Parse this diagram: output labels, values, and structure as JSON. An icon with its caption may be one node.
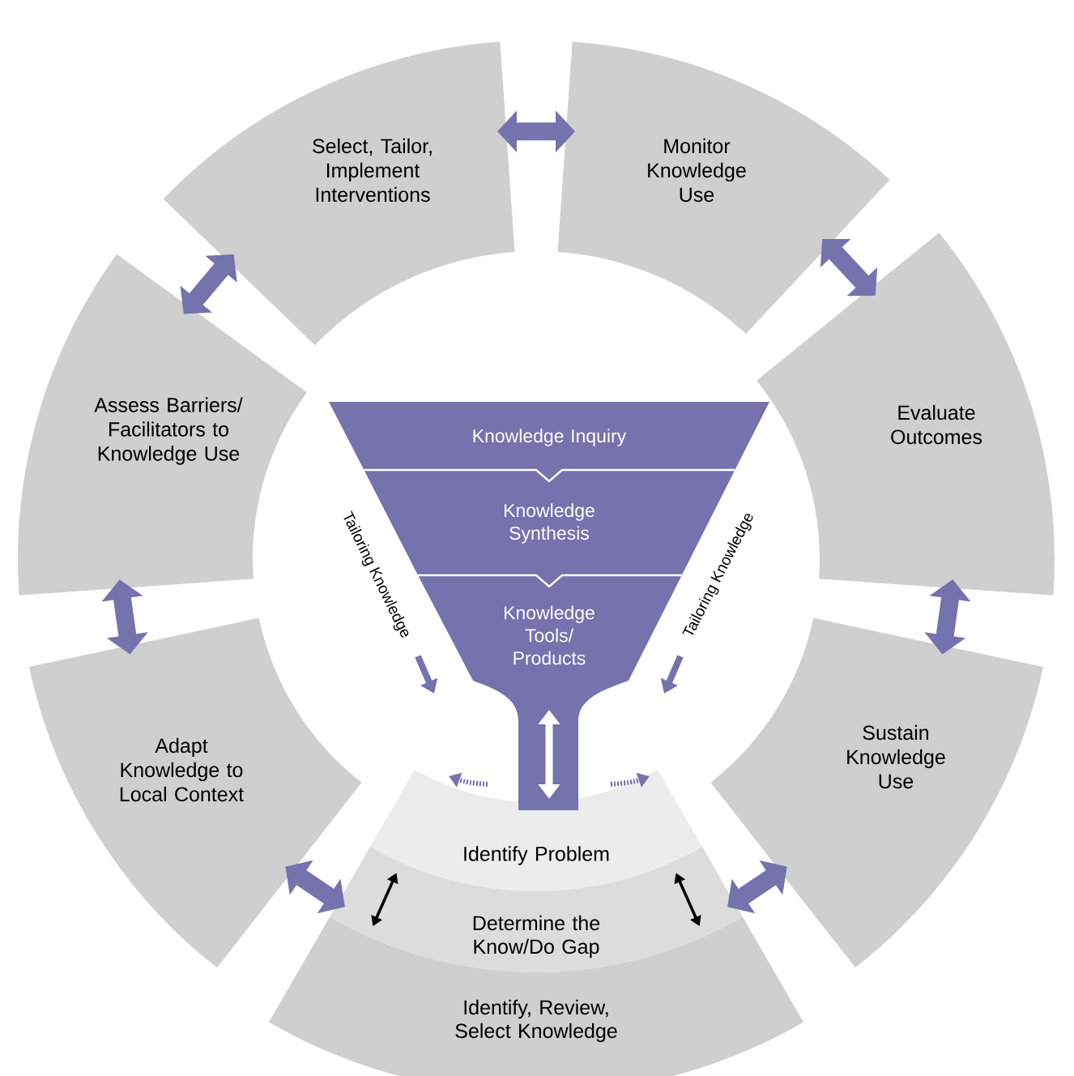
{
  "diagram": {
    "nodes": [
      {
        "text": [
          "Select, Tailor, Implement Interventions"
        ]
      },
      {
        "text": [
          "Monitor Knowledge Use"
        ]
      },
      {
        "text": [
          "Evaluate Outcomes"
        ]
      },
      {
        "text": [
          "Sustain Knowledge Use"
        ]
      },
      {
        "text": [
          "Identify Problem"
        ]
      },
      {
        "text": [
          "Determine the Know/Do Gap"
        ]
      },
      {
        "text": [
          "Identify, Review, Select Knowledge"
        ]
      },
      {
        "text": [
          "Adapt Knowledge to Local Context"
        ]
      },
      {
        "text": [
          "Assess Barriers/ Facilitators to Knowledge Use"
        ]
      },
      {
        "text": [
          "Knowledge Inquiry"
        ]
      },
      {
        "text": [
          "Knowledge Synthesis"
        ]
      },
      {
        "text": [
          "Knowledge Tools/ Products"
        ]
      }
    ],
    "edges": [
      {
        "from": 0,
        "to": 1,
        "arrow": "both"
      },
      {
        "from": 1,
        "to": 2,
        "arrow": "both"
      },
      {
        "from": 2,
        "to": 3,
        "arrow": "both"
      },
      {
        "from": 3,
        "to": 5,
        "arrow": "both"
      },
      {
        "from": 7,
        "to": 5,
        "arrow": "both"
      },
      {
        "from": 8,
        "to": 7,
        "arrow": "both"
      },
      {
        "from": 0,
        "to": 8,
        "arrow": "both"
      },
      {
        "from": 11,
        "to": 4,
        "arrow": "both",
        "color": "#ffffff"
      }
    ],
    "labels": [
      "Tailoring Knowledge",
      "Tailoring Knowledge"
    ]
  }
}
